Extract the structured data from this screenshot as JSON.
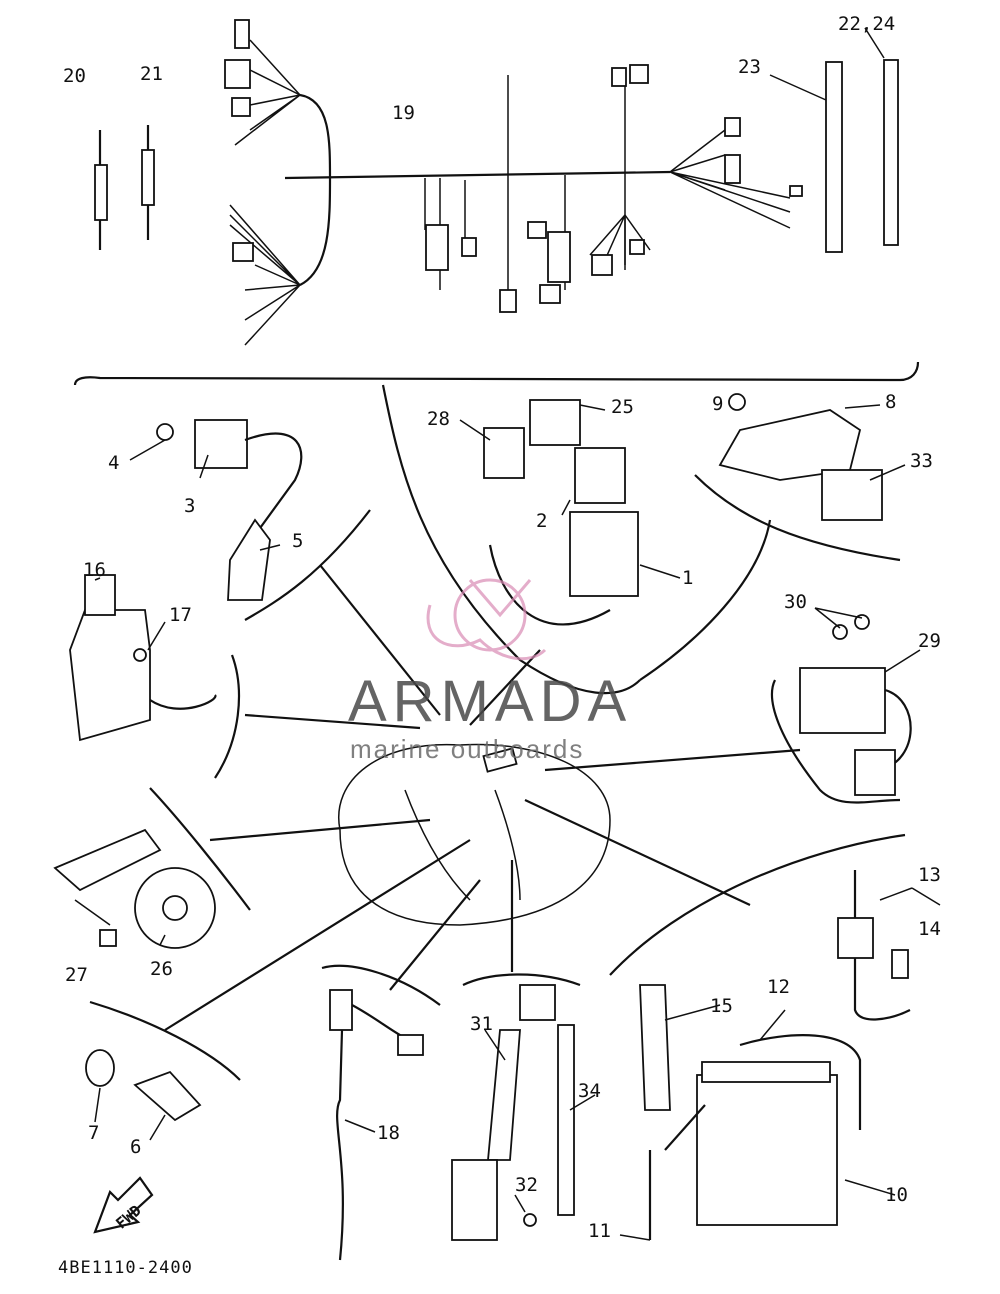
{
  "diagram": {
    "callouts": [
      {
        "id": "c20",
        "label": "20"
      },
      {
        "id": "c21",
        "label": "21"
      },
      {
        "id": "c19",
        "label": "19"
      },
      {
        "id": "c23",
        "label": "23"
      },
      {
        "id": "c2224",
        "label": "22,24"
      },
      {
        "id": "c28",
        "label": "28"
      },
      {
        "id": "c25",
        "label": "25"
      },
      {
        "id": "c9",
        "label": "9"
      },
      {
        "id": "c8",
        "label": "8"
      },
      {
        "id": "c33",
        "label": "33"
      },
      {
        "id": "c4",
        "label": "4"
      },
      {
        "id": "c3",
        "label": "3"
      },
      {
        "id": "c2",
        "label": "2"
      },
      {
        "id": "c5",
        "label": "5"
      },
      {
        "id": "c1",
        "label": "1"
      },
      {
        "id": "c16",
        "label": "16"
      },
      {
        "id": "c17",
        "label": "17"
      },
      {
        "id": "c30",
        "label": "30"
      },
      {
        "id": "c29",
        "label": "29"
      },
      {
        "id": "c13",
        "label": "13"
      },
      {
        "id": "c14",
        "label": "14"
      },
      {
        "id": "c27",
        "label": "27"
      },
      {
        "id": "c26",
        "label": "26"
      },
      {
        "id": "c12",
        "label": "12"
      },
      {
        "id": "c15",
        "label": "15"
      },
      {
        "id": "c31",
        "label": "31"
      },
      {
        "id": "c34",
        "label": "34"
      },
      {
        "id": "c7",
        "label": "7"
      },
      {
        "id": "c6",
        "label": "6"
      },
      {
        "id": "c18",
        "label": "18"
      },
      {
        "id": "c32",
        "label": "32"
      },
      {
        "id": "c10",
        "label": "10"
      },
      {
        "id": "c11",
        "label": "11"
      }
    ],
    "direction_marker": "FWD",
    "drawing_code": "4BE1110-2400"
  },
  "watermark": {
    "brand": "ARMADA",
    "tagline": "marine outboards",
    "accent_color": "#d98bb5"
  }
}
